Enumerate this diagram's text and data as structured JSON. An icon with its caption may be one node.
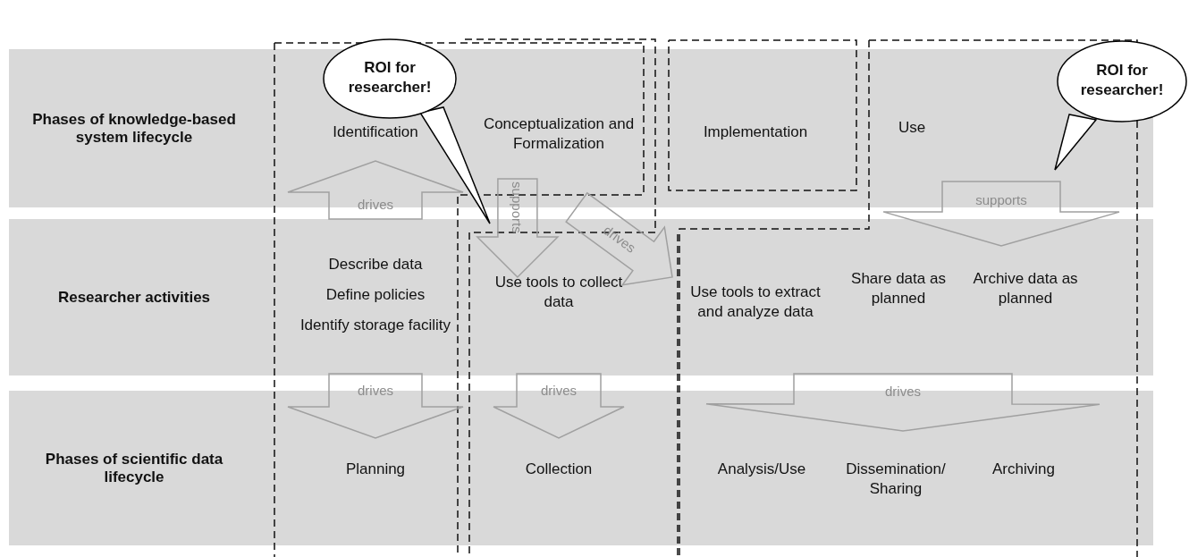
{
  "diagram": {
    "nodes": [
      {
        "text": [
          "Phases of knowledge-based system lifecycle"
        ]
      },
      {
        "text": [
          "Researcher activities"
        ]
      },
      {
        "text": [
          "Phases of scientific data lifecycle"
        ]
      },
      {
        "text": [
          "Identification"
        ],
        "in": 0
      },
      {
        "text": [
          "Conceptualization and Formalization"
        ],
        "in": 0
      },
      {
        "text": [
          "Implementation"
        ],
        "in": 0
      },
      {
        "text": [
          "Use"
        ],
        "in": 0
      },
      {
        "text": [
          "Describe data",
          "Define policies",
          "Identify storage facility"
        ],
        "in": 1
      },
      {
        "text": [
          "Use tools to collect data"
        ],
        "in": 1
      },
      {
        "text": [
          "Use tools to extract and analyze data"
        ],
        "in": 1
      },
      {
        "text": [
          "Share data as planned"
        ],
        "in": 1
      },
      {
        "text": [
          "Archive data as planned"
        ],
        "in": 1
      },
      {
        "text": [
          "Planning"
        ],
        "in": 2
      },
      {
        "text": [
          "Collection"
        ],
        "in": 2
      },
      {
        "text": [
          "Analysis/Use"
        ],
        "in": 2
      },
      {
        "text": [
          "Dissemination/ Sharing"
        ],
        "in": 2
      },
      {
        "text": [
          "Archiving"
        ],
        "in": 2
      },
      {
        "text": [
          "ROI for researcher!"
        ]
      },
      {
        "text": [
          "ROI for researcher!"
        ]
      }
    ],
    "edges": [
      {
        "from": 7,
        "to": 3,
        "arrow": "to",
        "label": "drives"
      },
      {
        "from": 4,
        "to": 8,
        "arrow": "to",
        "label": "supports"
      },
      {
        "from": 4,
        "to": 9,
        "arrow": "to",
        "label": "drives"
      },
      {
        "from": 6,
        "to": 11,
        "arrow": "to",
        "label": "supports"
      },
      {
        "from": 7,
        "to": 12,
        "arrow": "to",
        "label": "drives"
      },
      {
        "from": 8,
        "to": 13,
        "arrow": "to",
        "label": "drives"
      },
      {
        "from": 10,
        "to": 15,
        "arrow": "to",
        "label": "drives"
      },
      {
        "from": 17,
        "to": null,
        "arrow": "to"
      },
      {
        "from": 18,
        "to": null,
        "arrow": "to"
      }
    ]
  }
}
